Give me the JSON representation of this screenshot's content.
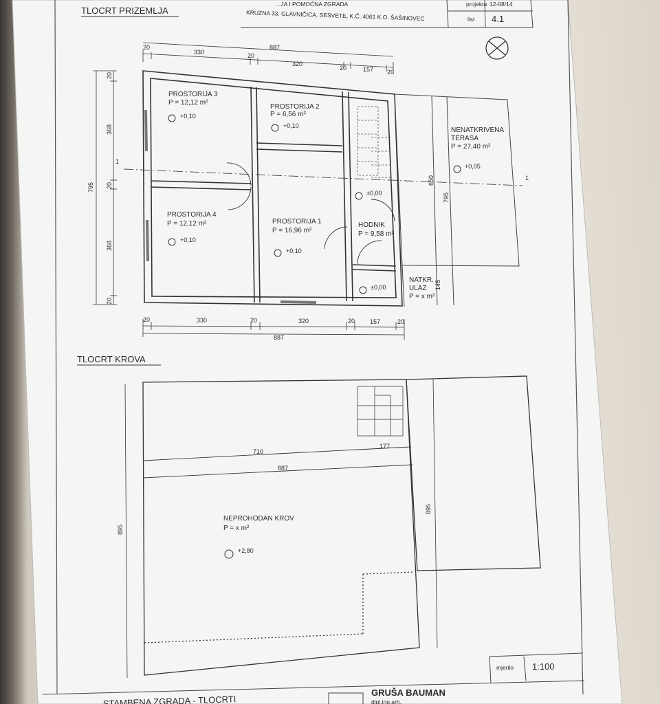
{
  "title_block": {
    "line1": "…JA I POMOĆNA ZGRADA",
    "line2": "KRUZNA 33, GLAVNIČICA, SESVETE,  K.Č. 4061 K.O. ŠAŠINOVEC",
    "projekta_label": "projekta",
    "projekta_value": "12-08/14",
    "list_label": "list",
    "list_value": "4.1"
  },
  "ground_floor": {
    "heading": "TLOCRT PRIZEMLJA",
    "top_dims": [
      "20",
      "330",
      "20",
      "320",
      "20",
      "157",
      "20"
    ],
    "top_total": "887",
    "bottom_dims": [
      "20",
      "330",
      "20",
      "320",
      "20",
      "157",
      "20"
    ],
    "bottom_total": "887",
    "left_total": "795",
    "left_dims": [
      "20",
      "368",
      "20",
      "368",
      "20"
    ],
    "terrace_dims": [
      "650",
      "795",
      "145"
    ],
    "section_marker": "1",
    "rooms": [
      {
        "name": "PROSTORIJA 3",
        "area": "P = 12,12 m²",
        "level": "+0,10"
      },
      {
        "name": "PROSTORIJA 2",
        "area": "P = 6,56 m²",
        "level": "+0,10"
      },
      {
        "name": "PROSTORIJA 4",
        "area": "P = 12,12 m²",
        "level": "+0,10"
      },
      {
        "name": "PROSTORIJA 1",
        "area": "P = 16,96 m²",
        "level": "+0,10"
      },
      {
        "name": "HODNIK",
        "area": "P = 9,58 m²",
        "level": "±0,00"
      },
      {
        "name": "NENATKRIVENA",
        "name2": "TERASA",
        "area": "P = 27,40 m²",
        "level": "+0,05"
      },
      {
        "name": "NATKR.",
        "name2": "ULAZ",
        "area": "P = x m²",
        "level": "±0,00"
      }
    ]
  },
  "roof": {
    "heading": "TLOCRT KROVA",
    "dim_710": "710",
    "dim_177": "177",
    "dim_887": "887",
    "left_total": "895",
    "right_total": "895",
    "name": "NEPROHODAN KROV",
    "area": "P = x m²",
    "level": "+2,80"
  },
  "footer": {
    "mjerilo_label": "mjerilo",
    "mjerilo_value": "1:100",
    "sheet_title": "STAMBENA ZGRADA - TLOCRTI",
    "author": "GRUŠA BAUMAN",
    "author_sub": "dipl.ing.arh."
  },
  "colors": {
    "paper": "#f4f4f2",
    "ink": "#2b2b2b",
    "wall": "#3a3a3a"
  }
}
